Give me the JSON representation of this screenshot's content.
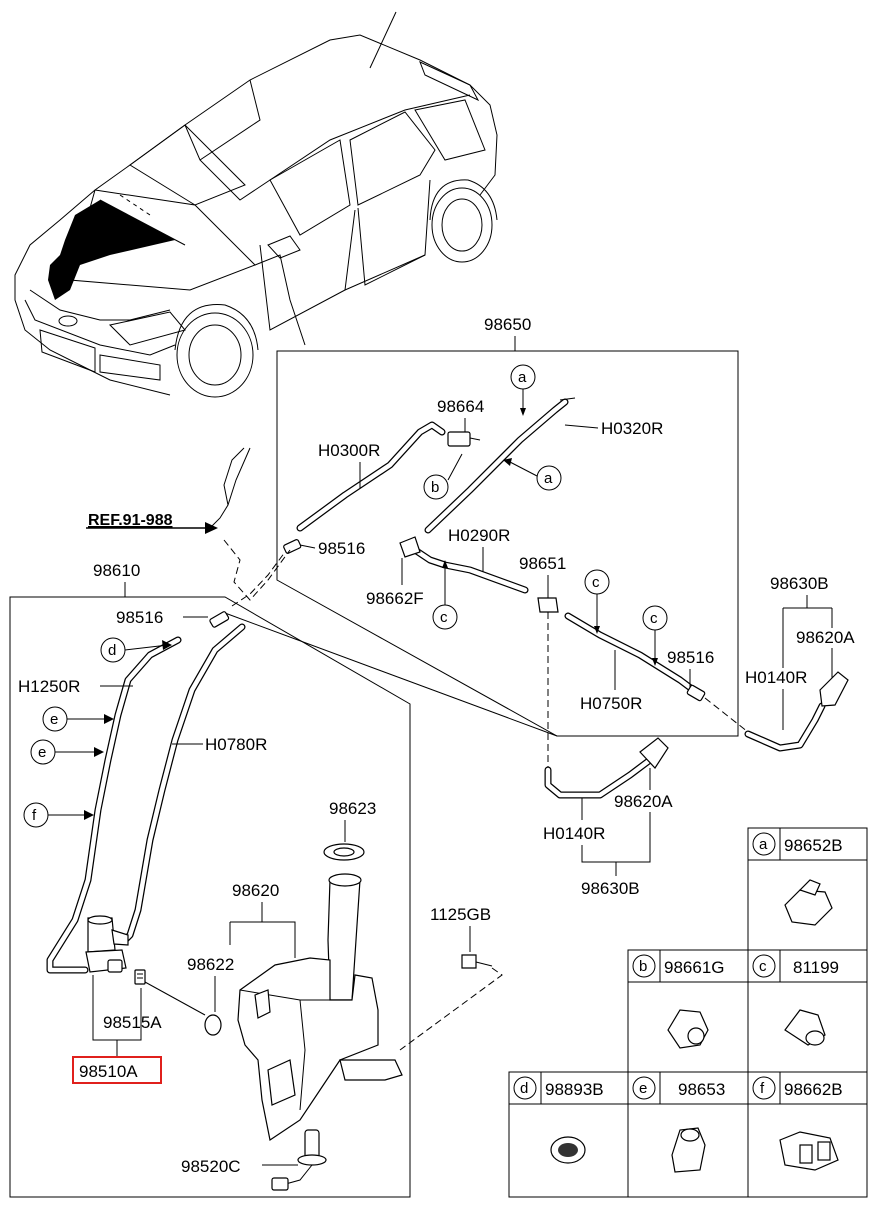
{
  "labels": {
    "assy_98650": "98650",
    "nozzle_clip_98664": "98664",
    "hose_h0300r": "H0300R",
    "hose_h0320r": "H0320R",
    "ref_91_988": "REF.91-988",
    "connector_98516_upper": "98516",
    "hose_h0290r": "H0290R",
    "connector_98651": "98651",
    "clip_98662f": "98662F",
    "connector_98516_right": "98516",
    "hose_h0750r": "H0750R",
    "assy_98630b_upper": "98630B",
    "nozzle_98620a_upper": "98620A",
    "hose_h0140r_upper": "H0140R",
    "nozzle_98620a_lower": "98620A",
    "hose_h0140r_lower": "H0140R",
    "assy_98630b_lower": "98630B",
    "assy_98610": "98610",
    "connector_98516_left": "98516",
    "hose_h1250r": "H1250R",
    "hose_h0780r": "H0780R",
    "cap_98623": "98623",
    "reservoir_98620": "98620",
    "grommet_98622": "98622",
    "bolt_1125gb": "1125GB",
    "grommet_98515a": "98515A",
    "pump_98510a": "98510A",
    "sensor_98520c": "98520C"
  },
  "callouts": {
    "a": "a",
    "b": "b",
    "c": "c",
    "d": "d",
    "e": "e",
    "f": "f"
  },
  "legend": [
    {
      "letter": "a",
      "part": "98652B"
    },
    {
      "letter": "b",
      "part": "98661G"
    },
    {
      "letter": "c",
      "part": "81199"
    },
    {
      "letter": "d",
      "part": "98893B"
    },
    {
      "letter": "e",
      "part": "98653"
    },
    {
      "letter": "f",
      "part": "98662B"
    }
  ],
  "colors": {
    "line": "#000000",
    "highlight": "#e0201c",
    "background": "#ffffff"
  }
}
